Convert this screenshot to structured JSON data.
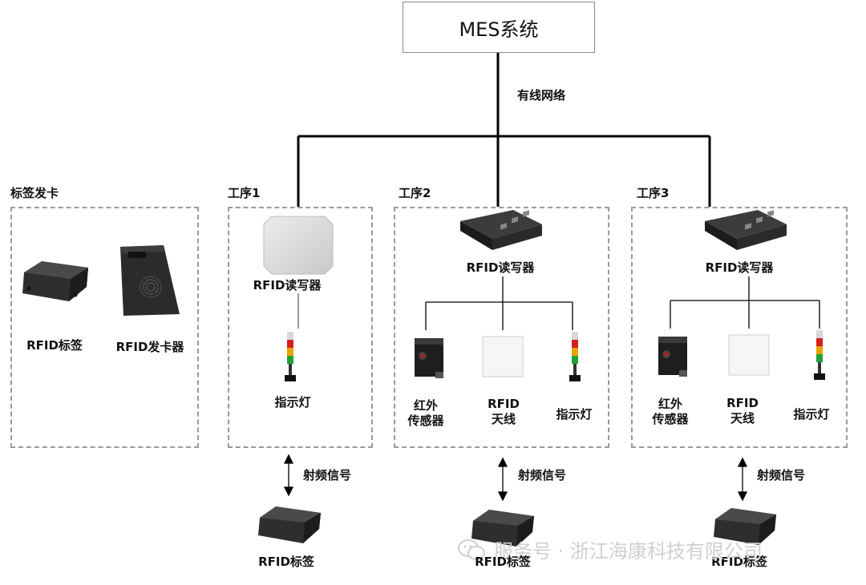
{
  "diagram": {
    "mes_system": "MES系统",
    "network_label": "有线网络",
    "groups": {
      "card_issuing": {
        "title": "标签发卡",
        "rfid_tag": "RFID标签",
        "card_issuer": "RFID发卡器"
      },
      "process1": {
        "title": "工序1",
        "reader": "RFID读写器",
        "indicator": "指示灯",
        "signal": "射频信号",
        "tag": "RFID标签"
      },
      "process2": {
        "title": "工序2",
        "reader": "RFID读写器",
        "ir_sensor_line1": "红外",
        "ir_sensor_line2": "传感器",
        "antenna_line1": "RFID",
        "antenna_line2": "天线",
        "indicator": "指示灯",
        "signal": "射频信号",
        "tag": "RFID标签"
      },
      "process3": {
        "title": "工序3",
        "reader": "RFID读写器",
        "ir_sensor_line1": "红外",
        "ir_sensor_line2": "传感器",
        "antenna_line1": "RFID",
        "antenna_line2": "天线",
        "indicator": "指示灯",
        "signal": "射频信号",
        "tag": "RFID标签"
      }
    },
    "watermark": "服务号 · 浙江海康科技有限公司"
  }
}
